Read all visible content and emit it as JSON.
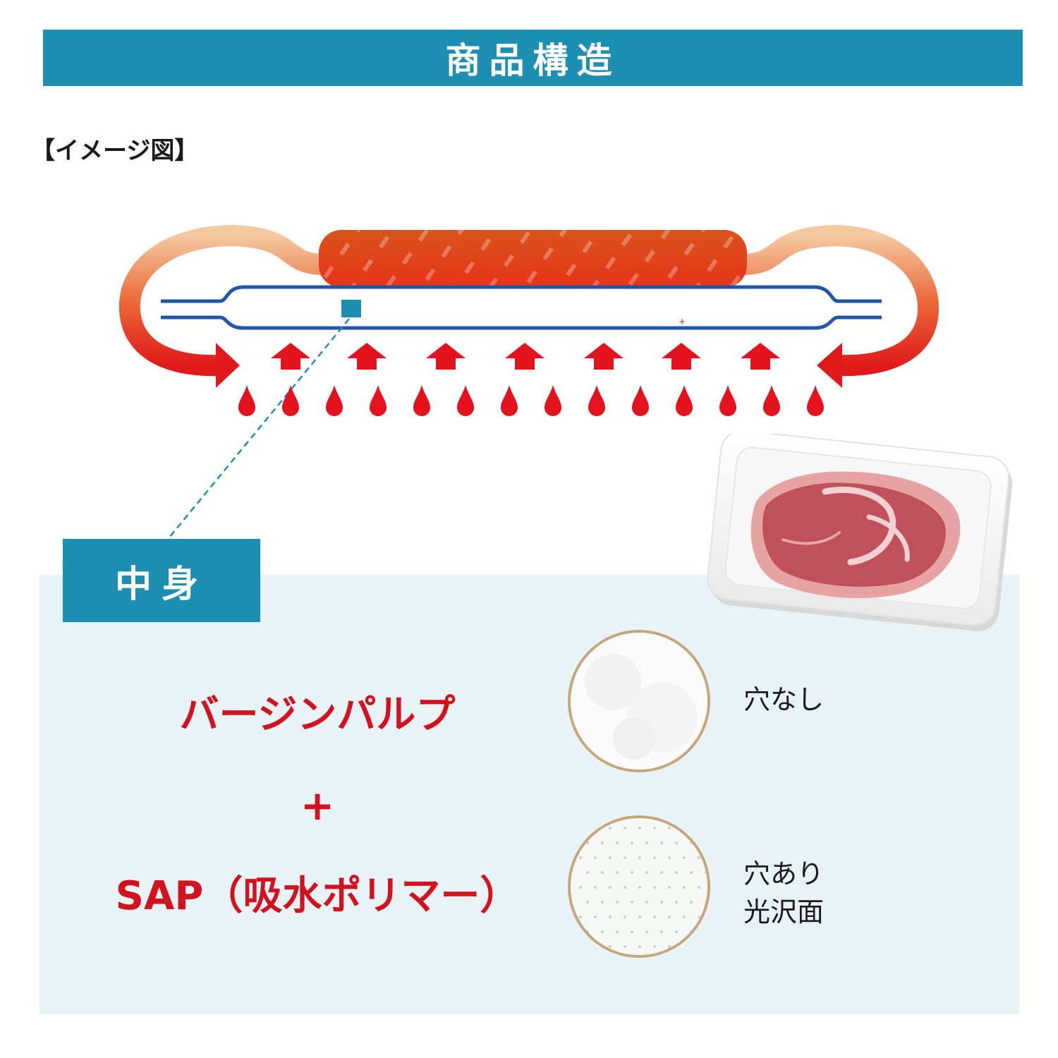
{
  "header": {
    "title": "商品構造"
  },
  "image_label": "【イメージ図】",
  "contents_tag": "中身",
  "materials": {
    "pulp": "バージンパルプ",
    "plus": "+",
    "sap": "SAP（吸水ポリマー）"
  },
  "samples": {
    "no_holes": "穴なし",
    "with_holes_line1": "穴あり",
    "with_holes_line2": "光沢面"
  },
  "colors": {
    "accent": "#1c8fb2",
    "red": "#d3121d",
    "panel": "#e8f3f8",
    "sheet_outline": "#1f56a8",
    "pad": "#e3521f"
  },
  "icons": [
    "absorb-arrow-icon",
    "drip-drop-icon",
    "meat-tray-image"
  ]
}
